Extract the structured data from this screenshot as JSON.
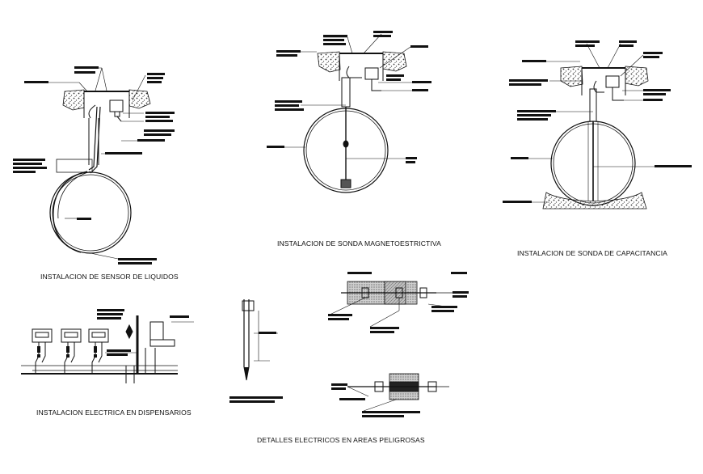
{
  "drawing": {
    "captions": {
      "liquid_sensor": "INSTALACION DE SENSOR DE LIQUIDOS",
      "magnetostrictive_probe": "INSTALACION DE SONDA MAGNETOESTRICTIVA",
      "capacitance_probe": "INSTALACION DE SONDA  DE CAPACITANCIA",
      "dispenser_electrical": "INSTALACION ELECTRICA EN DISPENSARIOS",
      "hazardous_area_details": "DETALLES ELECTRICOS EN AREAS PELIGROSAS"
    },
    "colors": {
      "line": "#111111",
      "fill": "#1a1a1a",
      "hatch": "#7a7a7a",
      "background": "#ffffff"
    }
  }
}
